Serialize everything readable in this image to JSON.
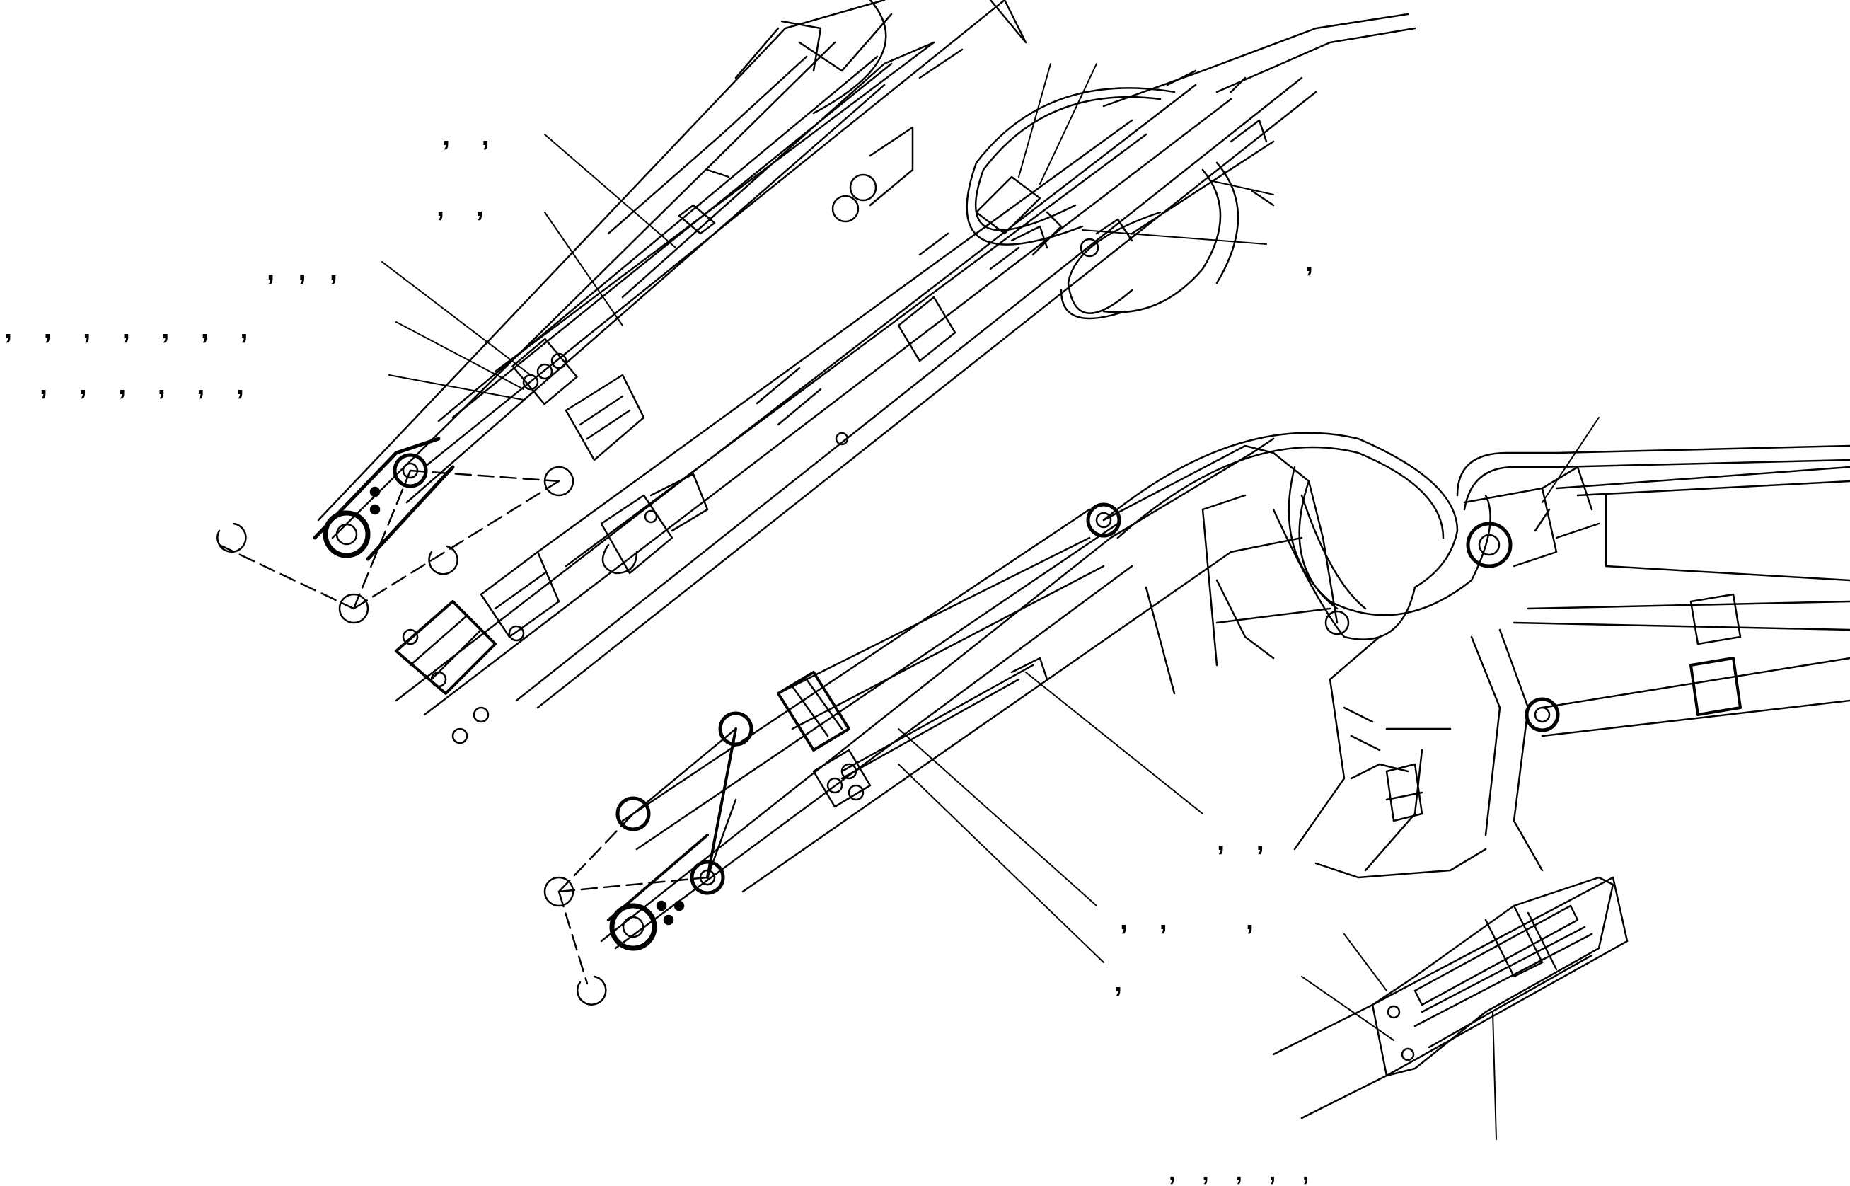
{
  "diagram": {
    "type": "technical-line-drawing",
    "subject": "hydraulic-excavator-boom-and-arm-piping",
    "line_color": "#000000",
    "background": "#ffffff"
  },
  "callouts": [
    {
      "id": "c1",
      "text": ",    ,"
    },
    {
      "id": "c2",
      "text": ",    ,"
    },
    {
      "id": "c3",
      "text": ",   ,   ,"
    },
    {
      "id": "c4",
      "text": ",    ,    ,    ,    ,    ,    ,"
    },
    {
      "id": "c5",
      "text": ",    ,    ,    ,    ,    ,"
    },
    {
      "id": "c6",
      "text": ","
    },
    {
      "id": "c7",
      "text": ",    ,"
    },
    {
      "id": "c8",
      "text": ",    ,          ,"
    },
    {
      "id": "c9",
      "text": ","
    },
    {
      "id": "c10",
      "text": ",    ,    ,    ,    ,"
    }
  ]
}
